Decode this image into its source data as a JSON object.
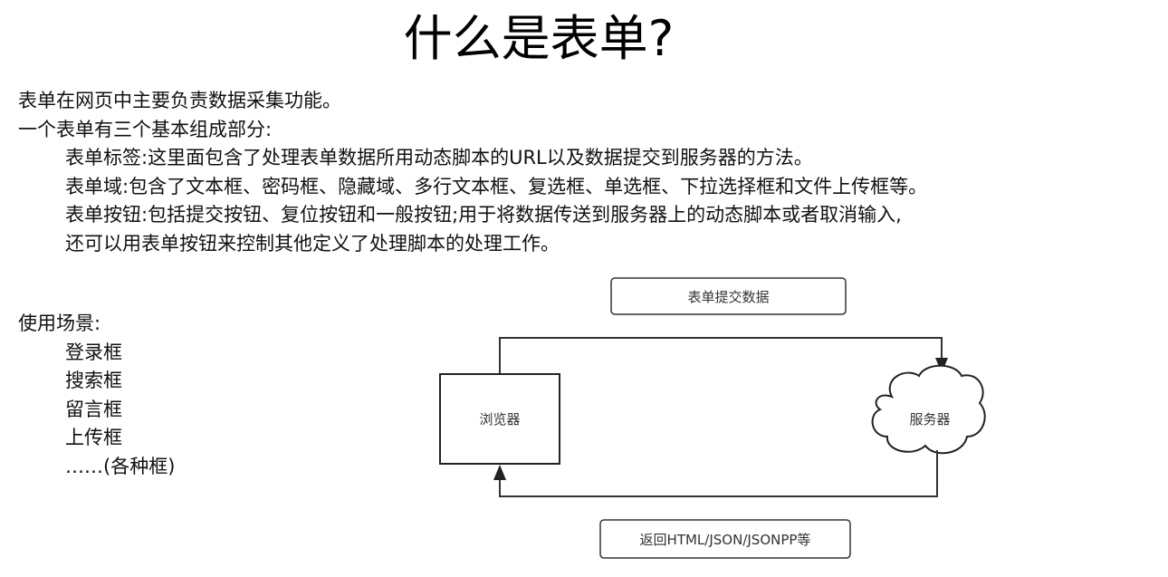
{
  "title": "什么是表单?",
  "intro": {
    "line1": "表单在网页中主要负责数据采集功能。",
    "line2": "一个表单有三个基本组成部分:",
    "parts": [
      "表单标签:这里面包含了处理表单数据所用动态脚本的URL以及数据提交到服务器的方法。",
      "表单域:包含了文本框、密码框、隐藏域、多行文本框、复选框、单选框、下拉选择框和文件上传框等。",
      "表单按钮:包括提交按钮、复位按钮和一般按钮;用于将数据传送到服务器上的动态脚本或者取消输入,",
      "还可以用表单按钮来控制其他定义了处理脚本的处理工作。"
    ]
  },
  "usage": {
    "heading": "使用场景:",
    "items": [
      "登录框",
      "搜索框",
      "留言框",
      "上传框",
      "……(各种框)"
    ]
  },
  "diagram": {
    "submit_label": "表单提交数据",
    "browser_label": "浏览器",
    "server_label": "服务器",
    "return_label": "返回HTML/JSON/JSONPP等"
  }
}
